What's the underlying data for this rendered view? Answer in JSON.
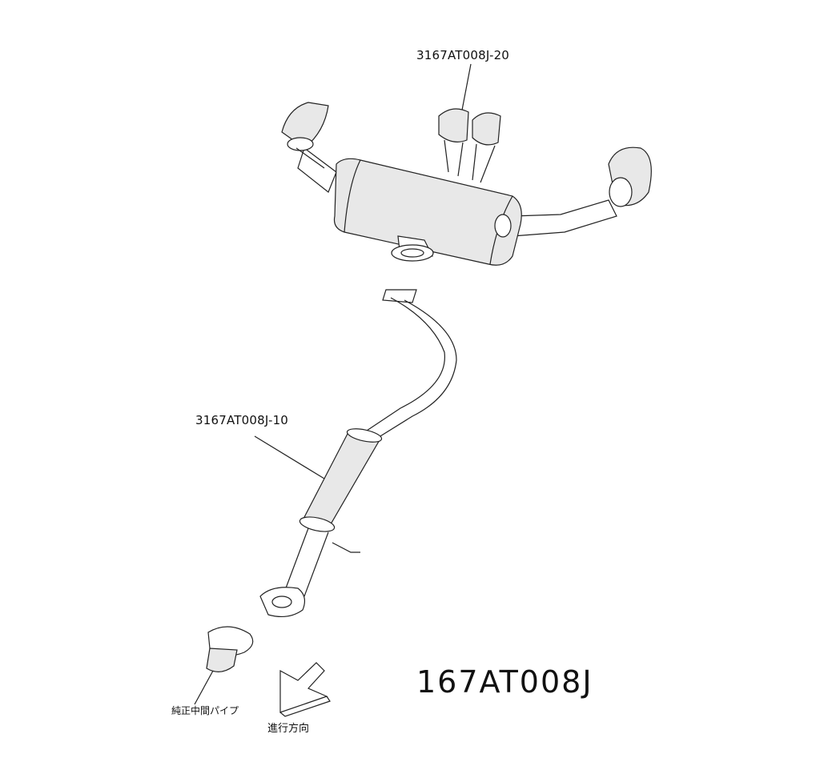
{
  "labels": {
    "rear_section": "3167AT008J-20",
    "front_section": "3167AT008J-10",
    "stock_pipe": "純正中間パイプ",
    "direction": "進行方向",
    "kit_number": "167AT008J"
  }
}
